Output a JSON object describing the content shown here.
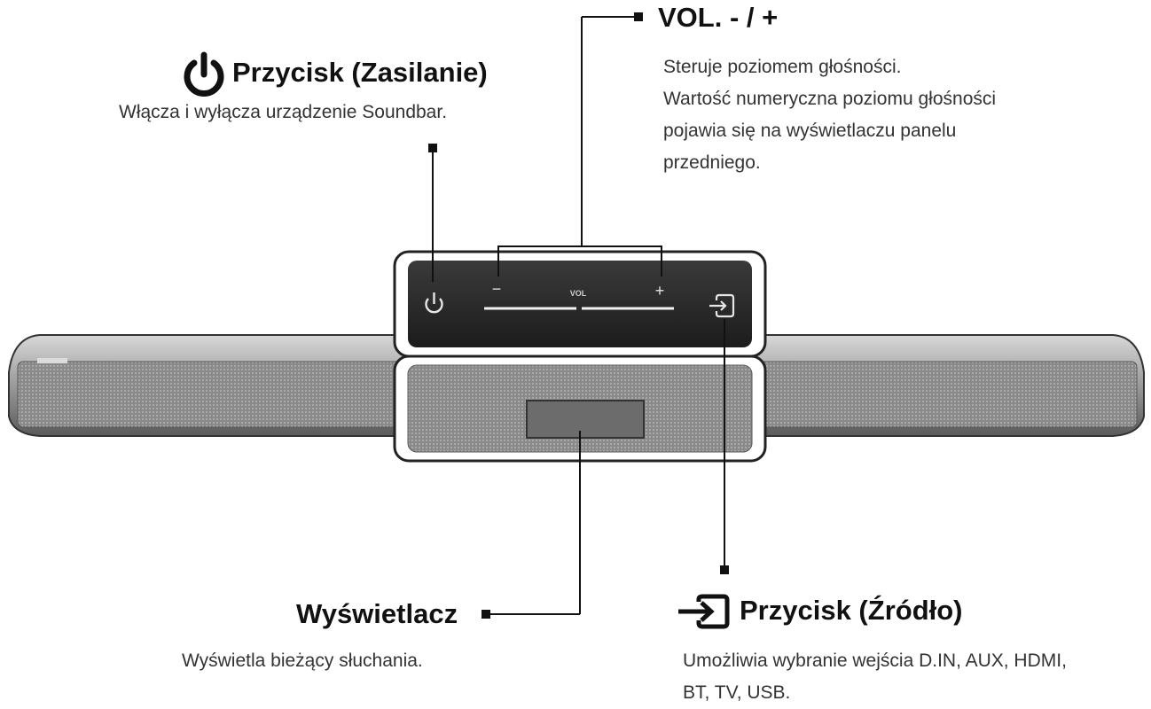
{
  "power": {
    "title": "Przycisk (Zasilanie)",
    "desc": "Włącza i wyłącza urządzenie Soundbar."
  },
  "volume": {
    "title": "VOL. - / +",
    "desc_lines": [
      "Steruje poziomem głośności.",
      "Wartość numeryczna poziomu głośności",
      "pojawia się na wyświetlaczu panelu",
      "przedniego."
    ]
  },
  "display": {
    "title": "Wyświetlacz",
    "desc": "Wyświetla bieżący słuchania."
  },
  "source": {
    "title": "Przycisk (Źródło)",
    "desc_lines": [
      "Umożliwia wybranie wejścia D.IN, AUX, HDMI,",
      "BT, TV, USB."
    ]
  },
  "device": {
    "minus_label": "−",
    "plus_label": "+",
    "vol_label": "VOL"
  },
  "icons": {
    "power": "power-icon",
    "source": "source-input-icon"
  }
}
